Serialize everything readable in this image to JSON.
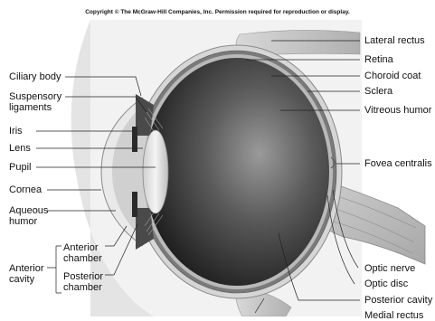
{
  "copyright": "Copyright © The McGraw-Hill Companies, Inc. Permission required for reproduction or display.",
  "labels": {
    "lateral_rectus": "Lateral rectus",
    "retina": "Retina",
    "choroid_coat": "Choroid coat",
    "sclera": "Sclera",
    "vitreous_humor": "Vitreous humor",
    "fovea_centralis": "Fovea centralis",
    "optic_nerve": "Optic nerve",
    "optic_disc": "Optic disc",
    "posterior_cavity": "Posterior cavity",
    "medial_rectus": "Medial rectus",
    "ciliary_body": "Ciliary body",
    "suspensory_ligaments": "Suspensory ligaments",
    "iris": "Iris",
    "lens": "Lens",
    "pupil": "Pupil",
    "cornea": "Cornea",
    "aqueous_humor": "Aqueous humor",
    "anterior_cavity": "Anterior cavity",
    "anterior_chamber": "Anterior chamber",
    "posterior_chamber": "Posterior chamber"
  }
}
